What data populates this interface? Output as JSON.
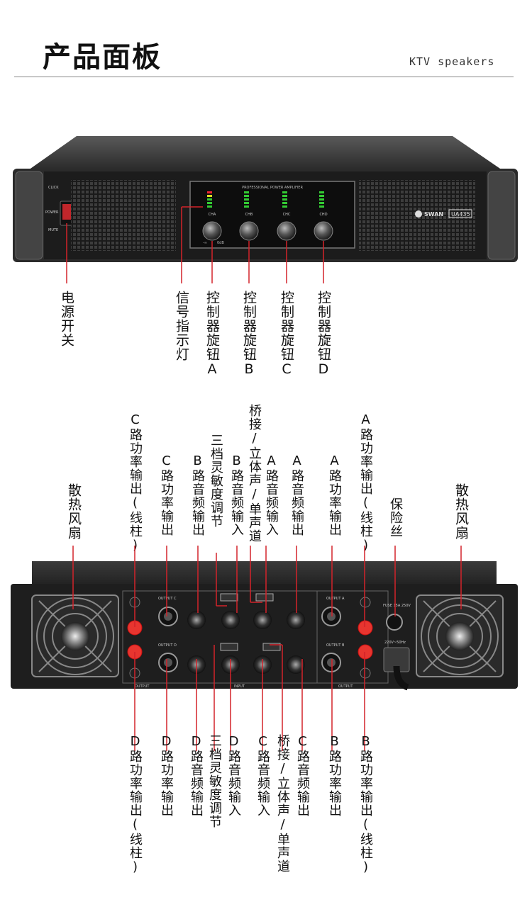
{
  "header": {
    "title": "产品面板",
    "subtitle": "KTV speakers"
  },
  "front_panel": {
    "panel_caption": "PROFESSIONAL POWER AMPLIFIER",
    "brand": "SWAN",
    "model": "UA435",
    "channels": [
      "CHA",
      "CHB",
      "CHC",
      "CHD"
    ],
    "knob_min": "-∞",
    "knob_max": "0dB",
    "left_labels": [
      "CLICK",
      "POWER ON",
      "MUTE"
    ],
    "callouts": [
      "电源开关",
      "信号指示灯",
      "控制器旋钮A",
      "控制器旋钮B",
      "控制器旋钮C",
      "控制器旋钮D"
    ]
  },
  "rear_panel": {
    "output_c": "OUTPUT C",
    "output_d": "OUTPUT D",
    "output_a": "OUTPUT A",
    "output_b": "OUTPUT B",
    "output_left": "OUTPUT",
    "input": "INPUT",
    "output_right": "OUTPUT",
    "fuse": "FUSE 15A 250V",
    "power": "220V~50Hz",
    "top_callouts": [
      "散热风扇",
      "C路功率输出(线柱)",
      "C路功率输出",
      "B路音频输出",
      "三档灵敏度调节",
      "B路音频输入",
      "桥接/立体声/单声道",
      "A路音频输入",
      "A路音频输出",
      "A路功率输出",
      "A路功率输出(线柱)",
      "保险丝",
      "散热风扇"
    ],
    "bottom_callouts": [
      "D路功率输出(线柱)",
      "D路功率输出",
      "D路音频输出",
      "三档灵敏度调节",
      "D路音频输入",
      "C路音频输入",
      "桥接/立体声/单声道",
      "C路音频输出",
      "B路功率输出",
      "B路功率输出(线柱)"
    ]
  }
}
